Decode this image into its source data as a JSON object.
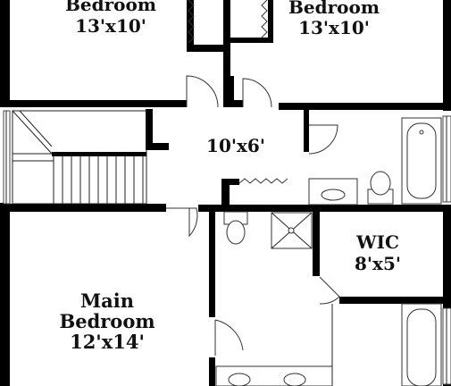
{
  "rooms": {
    "bedroom_left": {
      "name": "Bedroom",
      "size": "13'x10'"
    },
    "bedroom_right": {
      "name": "Bedroom",
      "size": "13'x10'"
    },
    "hall": {
      "size": "10'x6'"
    },
    "wic": {
      "name": "WIC",
      "size": "8'x5'"
    },
    "main_bedroom": {
      "name_line1": "Main",
      "name_line2": "Bedroom",
      "size": "12'x14'"
    }
  },
  "colors": {
    "wall": "#000000",
    "background": "#ffffff",
    "line": "#333333"
  }
}
